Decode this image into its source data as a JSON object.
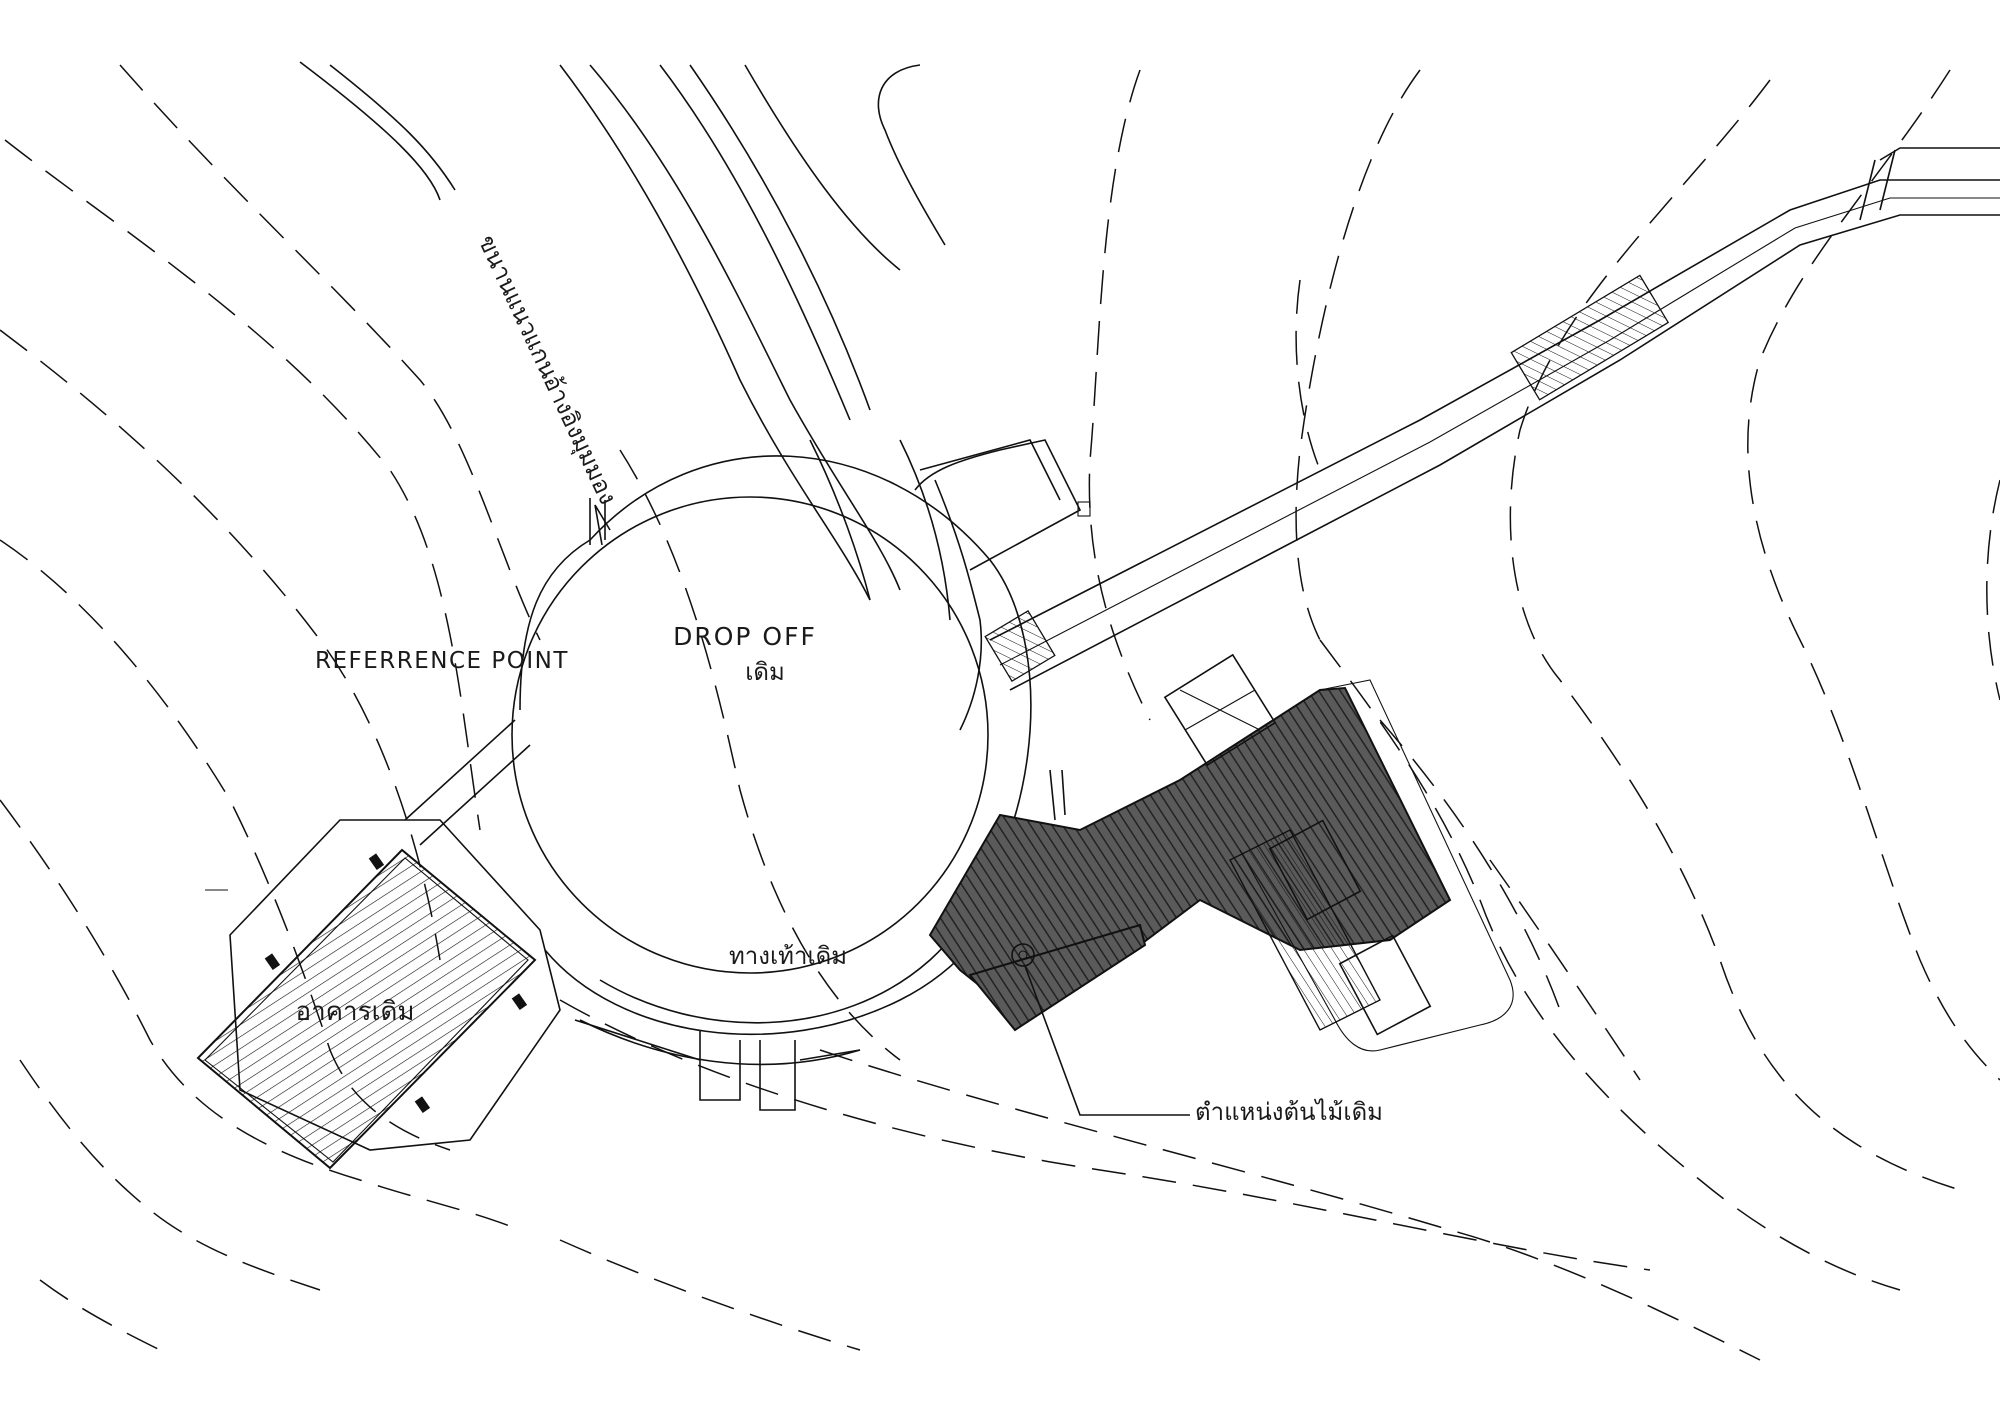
{
  "labels": {
    "drop_off": "DROP OFF",
    "drop_off_sub": "เดิม",
    "reference_point": "REFERRENCE POINT",
    "existing_building": "อาคารเดิม",
    "existing_walkway": "ทางเท้าเดิม",
    "existing_tree": "ตำแหน่งต้นไม้เดิม",
    "angled_note": "ขนานแนวแกนอ้างอิงมุมมอง"
  }
}
